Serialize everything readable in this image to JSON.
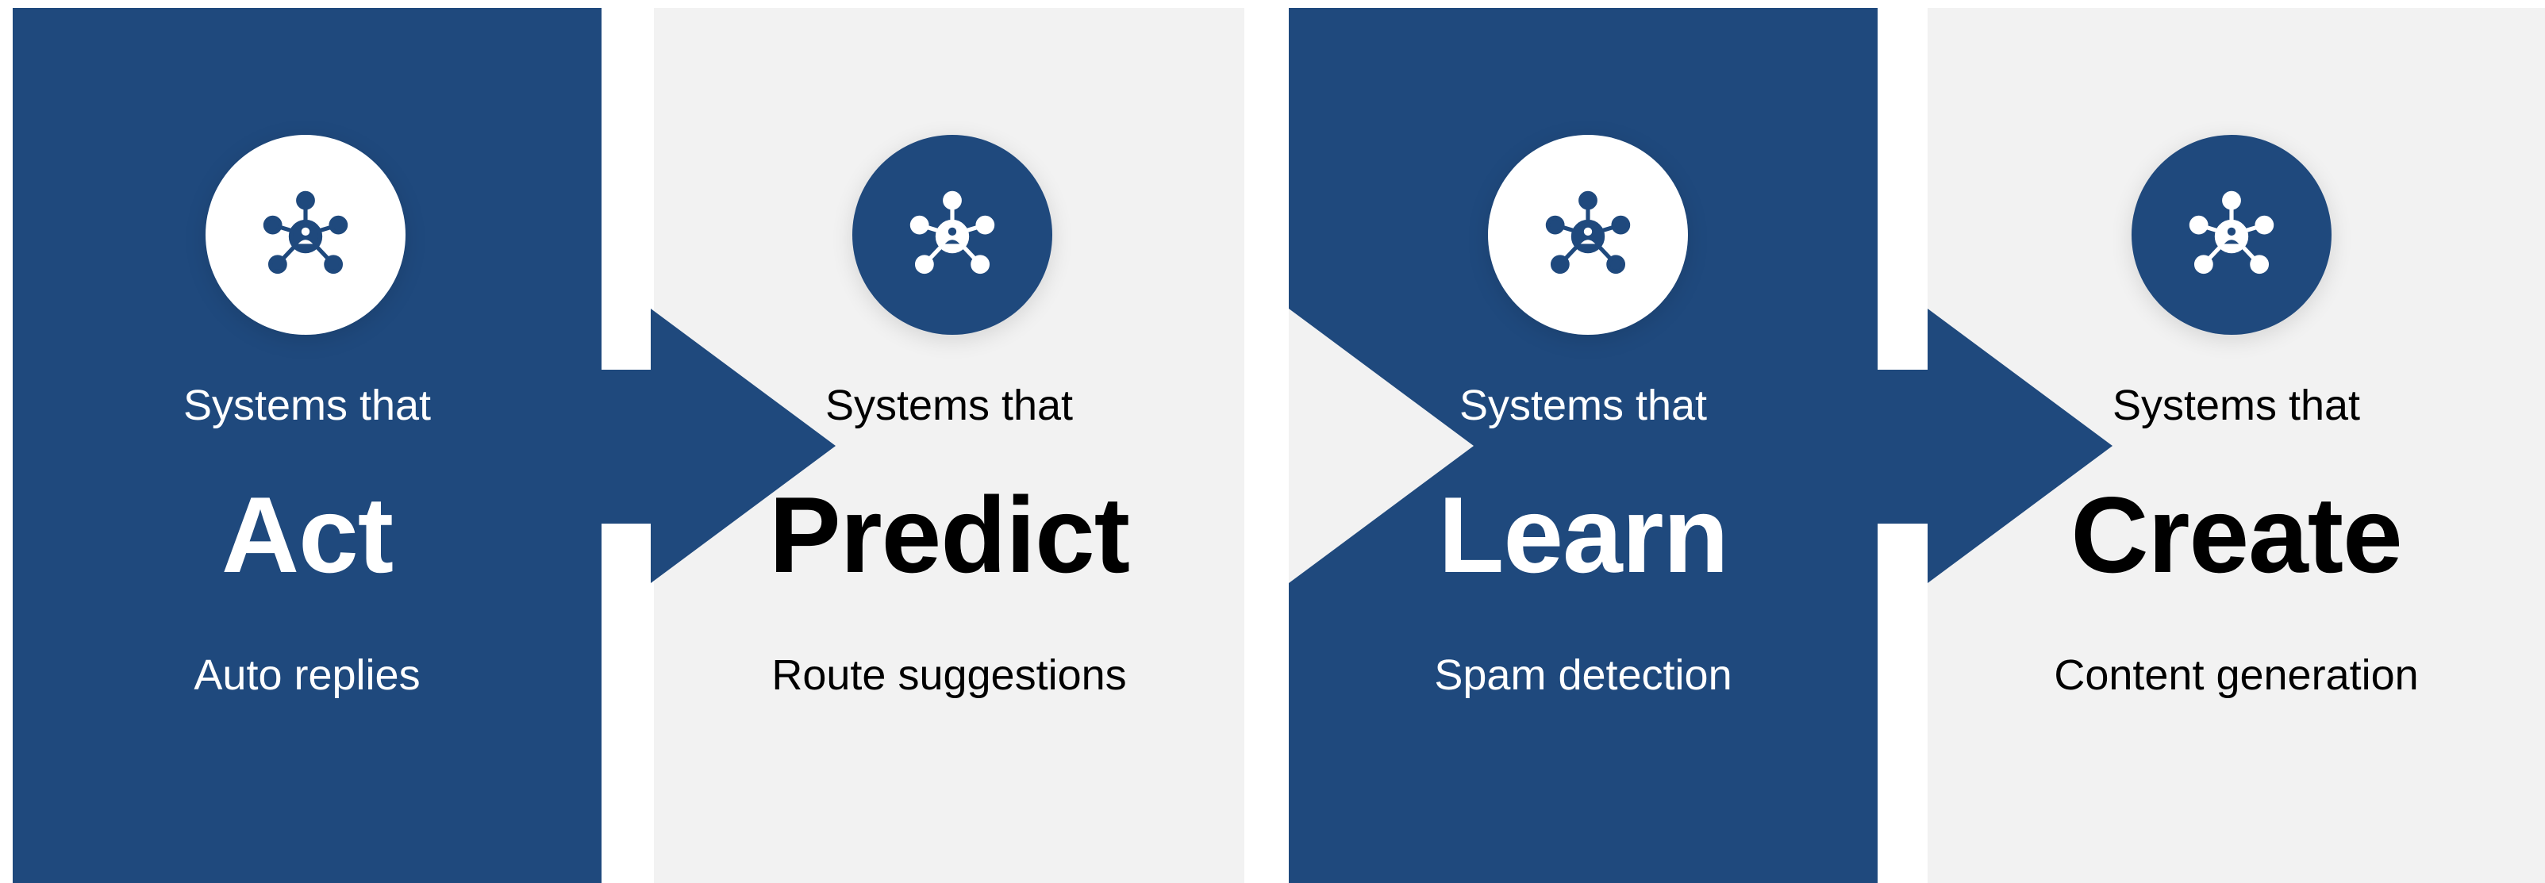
{
  "colors": {
    "dark": "#1f497d",
    "light": "#f2f2f2",
    "white": "#ffffff",
    "black": "#000000"
  },
  "icon_name": "network-hub-icon",
  "stages": [
    {
      "prefix": "Systems that",
      "keyword": "Act",
      "example": "Auto replies",
      "theme": "dark"
    },
    {
      "prefix": "Systems that",
      "keyword": "Predict",
      "example": "Route suggestions",
      "theme": "light"
    },
    {
      "prefix": "Systems that",
      "keyword": "Learn",
      "example": "Spam detection",
      "theme": "dark"
    },
    {
      "prefix": "Systems that",
      "keyword": "Create",
      "example": "Content generation",
      "theme": "light"
    }
  ]
}
